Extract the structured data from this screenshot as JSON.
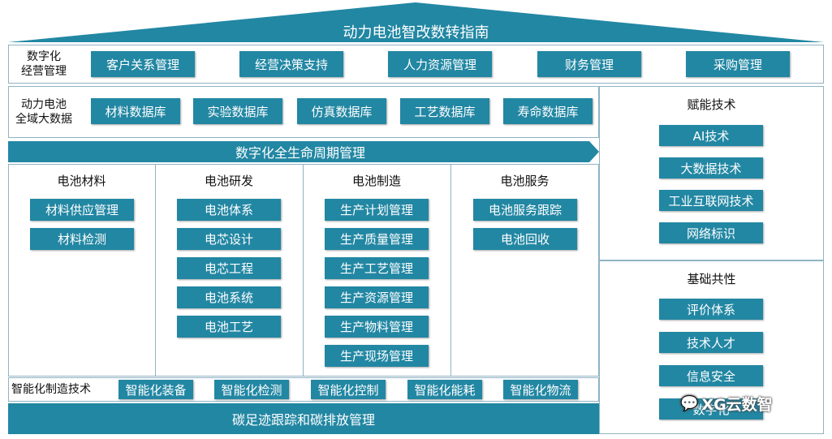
{
  "title": "动力电池智改数转指南",
  "rows": {
    "digital_ops": {
      "label": "数字化\n经营管理",
      "items": [
        "客户关系管理",
        "经营决策支持",
        "人力资源管理",
        "财务管理",
        "采购管理"
      ]
    },
    "big_data": {
      "label": "动力电池\n全域大数据",
      "items": [
        "材料数据库",
        "实验数据库",
        "仿真数据库",
        "工艺数据库",
        "寿命数据库"
      ]
    }
  },
  "lifecycle": "数字化全生命周期管理",
  "columns": [
    {
      "title": "电池材料",
      "items": [
        "材料供应管理",
        "材料检测"
      ]
    },
    {
      "title": "电池研发",
      "items": [
        "电池体系",
        "电芯设计",
        "电芯工程",
        "电池系统",
        "电池工艺"
      ]
    },
    {
      "title": "电池制造",
      "items": [
        "生产计划管理",
        "生产质量管理",
        "生产工艺管理",
        "生产资源管理",
        "生产物料管理",
        "生产现场管理"
      ]
    },
    {
      "title": "电池服务",
      "items": [
        "电池服务跟踪",
        "电池回收"
      ]
    }
  ],
  "smart_mfg": {
    "label": "智能化制造技术",
    "items": [
      "智能化装备",
      "智能化检测",
      "智能化控制",
      "智能化能耗",
      "智能化物流"
    ]
  },
  "footer": "碳足迹跟踪和碳排放管理",
  "side": {
    "enabling": {
      "title": "赋能技术",
      "items": [
        "AI技术",
        "大数据技术",
        "工业互联网技术",
        "网络标识"
      ]
    },
    "foundation": {
      "title": "基础共性",
      "items": [
        "评价体系",
        "技术人才",
        "信息安全",
        "数字化"
      ]
    }
  },
  "watermark": "XG云数智",
  "colors": {
    "teal": "#2287a3",
    "border": "#8fb3c4"
  }
}
